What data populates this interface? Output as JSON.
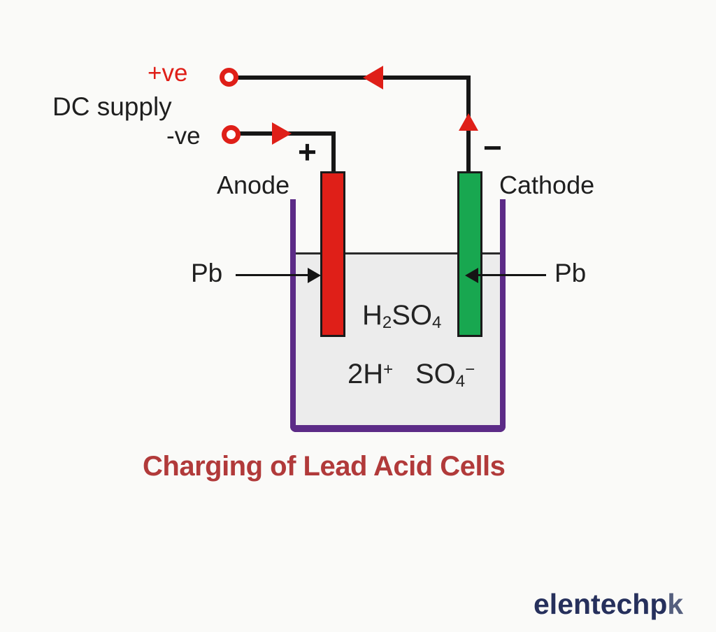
{
  "colors": {
    "red": "#df1f18",
    "green": "#18a750",
    "purple": "#5c2b87",
    "wire": "#161616",
    "text": "#1f1f1f",
    "title-red": "#b13a3a",
    "brand-navy": "#26305c",
    "brand-k": "#555f7e",
    "liquid": "#ececec",
    "background": "#fafaf8"
  },
  "supply": {
    "label": "DC supply",
    "positive_label": "+ve",
    "negative_label": "-ve"
  },
  "electrodes": {
    "anode_label": "Anode",
    "cathode_label": "Cathode",
    "anode_polarity": "+",
    "cathode_polarity": "−",
    "anode_material": "Pb",
    "cathode_material": "Pb"
  },
  "electrolyte": {
    "acid": {
      "base": "H",
      "sub_a": "2",
      "mid": "SO",
      "sub_b": "4"
    },
    "ions": {
      "hydrogen": {
        "base": "2H",
        "sup": "+"
      },
      "sulfate": {
        "base": "SO",
        "sub": "4",
        "sup": "−"
      }
    }
  },
  "title": "Charging of Lead Acid Cells",
  "watermark": {
    "main": "elentechp",
    "tail": "k"
  }
}
